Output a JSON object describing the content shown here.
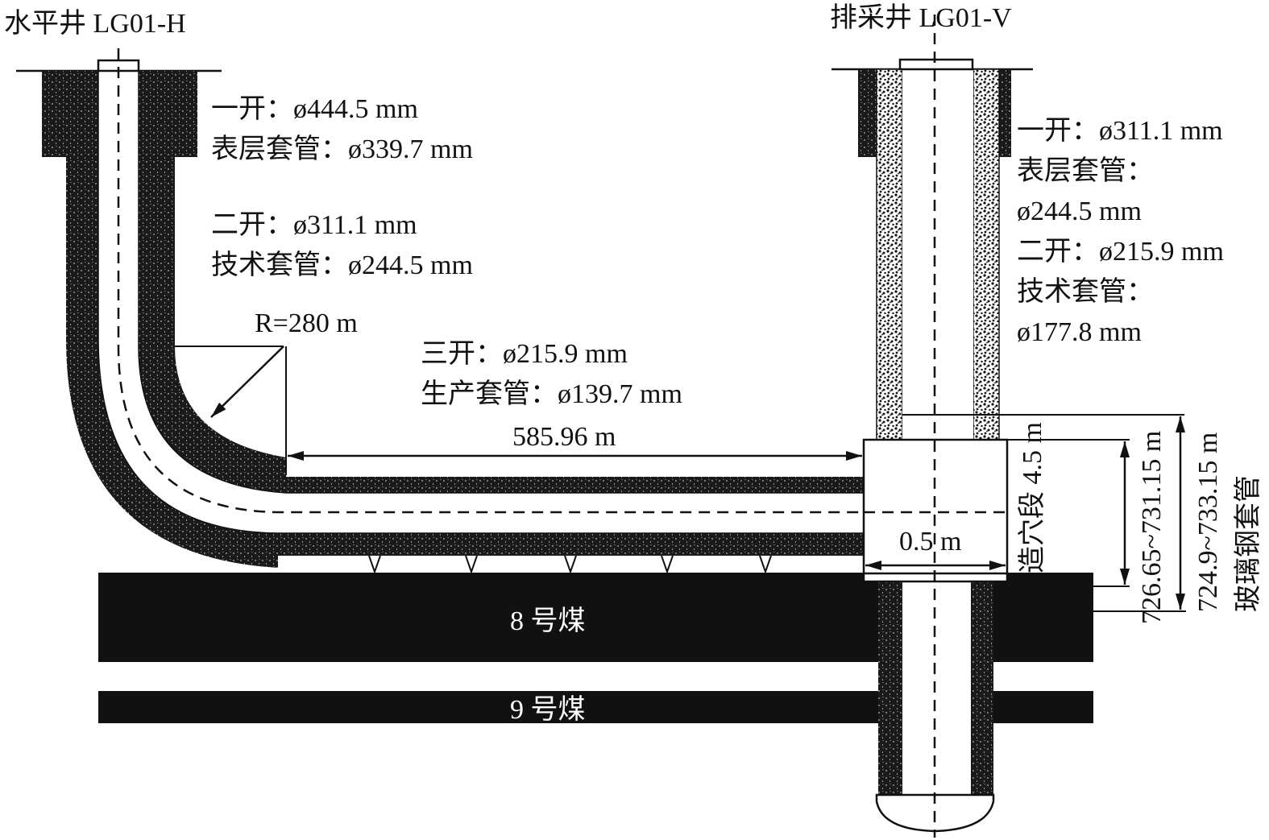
{
  "wells": {
    "horizontal": {
      "title": "水平井 LG01-H",
      "spud1": "一开：ø444.5 mm",
      "surface_casing": "表层套管：ø339.7 mm",
      "spud2": "二开：ø311.1 mm",
      "tech_casing": "技术套管：ø244.5 mm",
      "radius": "R=280 m",
      "radius_var": "R",
      "radius_val": "=280 m",
      "spud3": "三开：ø215.9 mm",
      "prod_casing": "生产套管：ø139.7 mm",
      "horizontal_length": "585.96 m"
    },
    "vertical": {
      "title": "排采井 LG01-V",
      "spud1": "一开：ø311.1 mm",
      "surface_casing_label": "表层套管：",
      "surface_casing_val": "ø244.5 mm",
      "spud2": "二开：ø215.9 mm",
      "tech_casing_label": "技术套管：",
      "tech_casing_val": "ø177.8 mm",
      "cavity_width": "0.5 m",
      "cavity_label": "造穴段 4.5 m",
      "cavity_depth": "726.65~731.15 m",
      "frp_depth": "724.9~733.15 m",
      "frp_label": "玻璃钢套管"
    }
  },
  "seams": [
    "8 号煤",
    "9 号煤"
  ],
  "colors": {
    "ink": "#111111",
    "background": "#ffffff"
  }
}
